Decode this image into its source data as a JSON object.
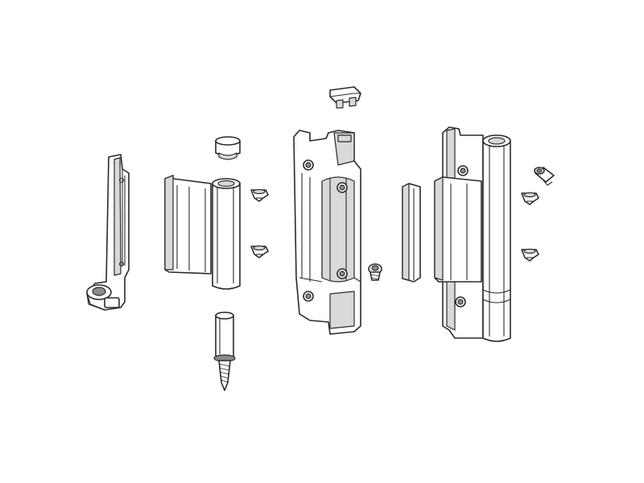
{
  "diagram": {
    "kind": "exploded-view",
    "line_color": "#2a2a2a",
    "fill_color": "#ffffff",
    "shade_color": "#d9d9d9",
    "parts": [
      {
        "id": "frame-bracket"
      },
      {
        "id": "sash-hinge-leaf"
      },
      {
        "id": "barrel-cap"
      },
      {
        "id": "hinge-pin-screw"
      },
      {
        "id": "countersunk-screw-upper-left"
      },
      {
        "id": "countersunk-screw-lower-left"
      },
      {
        "id": "top-cover-cap"
      },
      {
        "id": "central-mounting-plate"
      },
      {
        "id": "small-hex-screw"
      },
      {
        "id": "spacer-strip"
      },
      {
        "id": "assembled-hinge"
      },
      {
        "id": "bolt-sleeve"
      },
      {
        "id": "countersunk-screw-upper-right"
      },
      {
        "id": "countersunk-screw-lower-right"
      }
    ]
  }
}
